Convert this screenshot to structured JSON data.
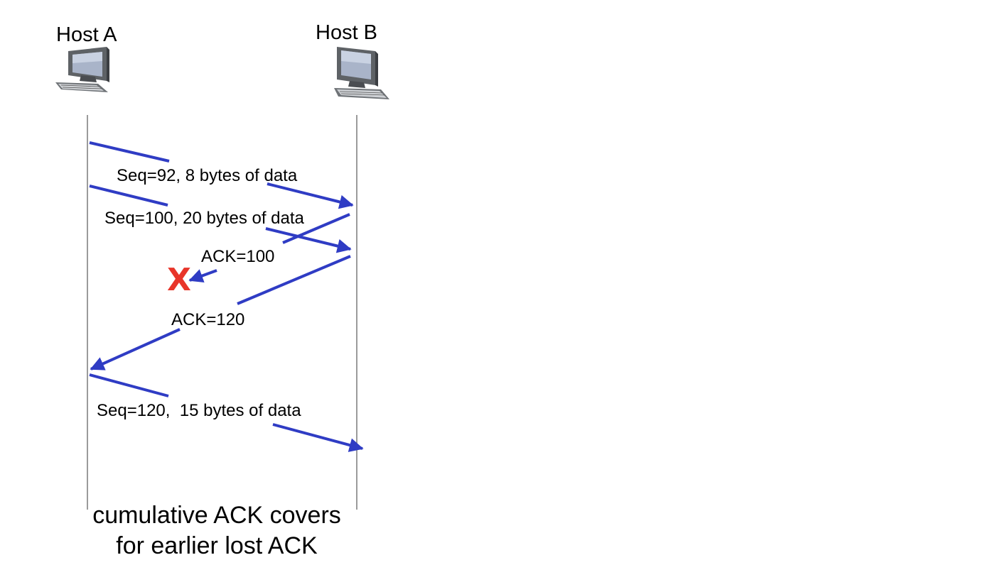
{
  "hosts": {
    "a": {
      "label": "Host A"
    },
    "b": {
      "label": "Host B"
    }
  },
  "messages": {
    "seq92": "Seq=92, 8 bytes of data",
    "seq100": "Seq=100, 20 bytes of data",
    "ack100": "ACK=100",
    "ack120": "ACK=120",
    "seq120": "Seq=120,  15 bytes of data"
  },
  "loss_marker": "X",
  "caption": {
    "line1": "cumulative ACK covers",
    "line2": "for earlier lost ACK"
  },
  "colors": {
    "arrow": "#2f3cc4",
    "loss": "#e8352a",
    "timeline": "#7a7a7a"
  }
}
